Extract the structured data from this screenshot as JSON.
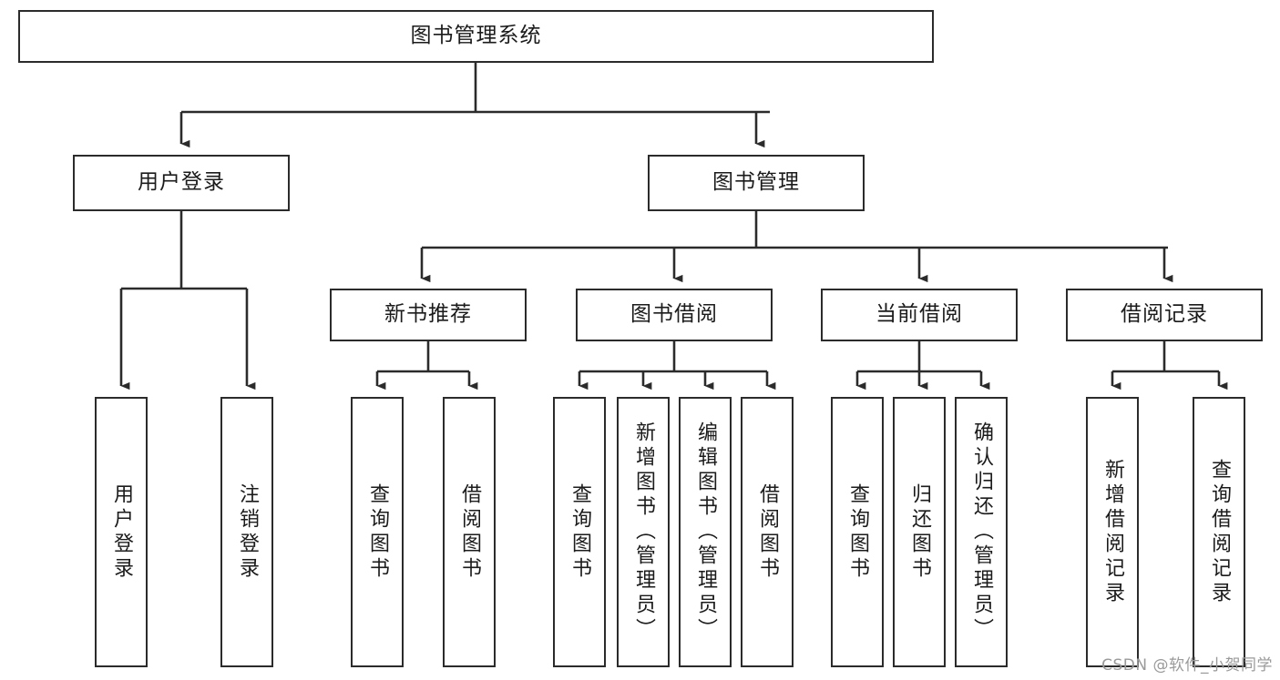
{
  "diagram": {
    "title": "图书管理系统",
    "type": "tree-hierarchy-chart",
    "orientation": "top-down",
    "colors": {
      "node_border": "#2b2b2b",
      "node_fill": "#ffffff",
      "edge": "#2b2b2b",
      "text": "#1b1b1b",
      "watermark": "#9a9a9a",
      "background": "#ffffff"
    },
    "nodes": {
      "root": {
        "label": "图书管理系统",
        "level": 0,
        "text_direction": "horizontal"
      },
      "level1": [
        {
          "id": "user-login",
          "label": "用户登录",
          "text_direction": "horizontal"
        },
        {
          "id": "book-manage",
          "label": "图书管理",
          "text_direction": "horizontal"
        }
      ],
      "level2": [
        {
          "id": "new-book-recommend",
          "label": "新书推荐",
          "parent": "book-manage",
          "text_direction": "horizontal"
        },
        {
          "id": "book-borrow",
          "label": "图书借阅",
          "parent": "book-manage",
          "text_direction": "horizontal"
        },
        {
          "id": "current-borrow",
          "label": "当前借阅",
          "parent": "book-manage",
          "text_direction": "horizontal"
        },
        {
          "id": "borrow-record",
          "label": "借阅记录",
          "parent": "book-manage",
          "text_direction": "horizontal"
        }
      ],
      "leaves": [
        {
          "id": "leaf-user-login",
          "label": "用户登录",
          "parent": "user-login",
          "text_direction": "vertical"
        },
        {
          "id": "leaf-logout-login",
          "label": "注销登录",
          "parent": "user-login",
          "text_direction": "vertical"
        },
        {
          "id": "leaf-query-book-1",
          "label": "查询图书",
          "parent": "new-book-recommend",
          "text_direction": "vertical"
        },
        {
          "id": "leaf-borrow-book-1",
          "label": "借阅图书",
          "parent": "new-book-recommend",
          "text_direction": "vertical"
        },
        {
          "id": "leaf-query-book-2",
          "label": "查询图书",
          "parent": "book-borrow",
          "text_direction": "vertical"
        },
        {
          "id": "leaf-add-book-admin",
          "label": "新增图书（管理员）",
          "parent": "book-borrow",
          "text_direction": "vertical"
        },
        {
          "id": "leaf-edit-book-admin",
          "label": "编辑图书（管理员）",
          "parent": "book-borrow",
          "text_direction": "vertical"
        },
        {
          "id": "leaf-borrow-book-2",
          "label": "借阅图书",
          "parent": "book-borrow",
          "text_direction": "vertical"
        },
        {
          "id": "leaf-query-book-3",
          "label": "查询图书",
          "parent": "current-borrow",
          "text_direction": "vertical"
        },
        {
          "id": "leaf-return-book",
          "label": "归还图书",
          "parent": "current-borrow",
          "text_direction": "vertical"
        },
        {
          "id": "leaf-confirm-return-admin",
          "label": "确认归还（管理员）",
          "parent": "current-borrow",
          "text_direction": "vertical"
        },
        {
          "id": "leaf-add-borrow-record",
          "label": "新增借阅记录",
          "parent": "borrow-record",
          "text_direction": "vertical"
        },
        {
          "id": "leaf-query-borrow-record",
          "label": "查询借阅记录",
          "parent": "borrow-record",
          "text_direction": "vertical"
        }
      ]
    }
  },
  "watermark": {
    "text": "CSDN @软件_小贺同学"
  }
}
